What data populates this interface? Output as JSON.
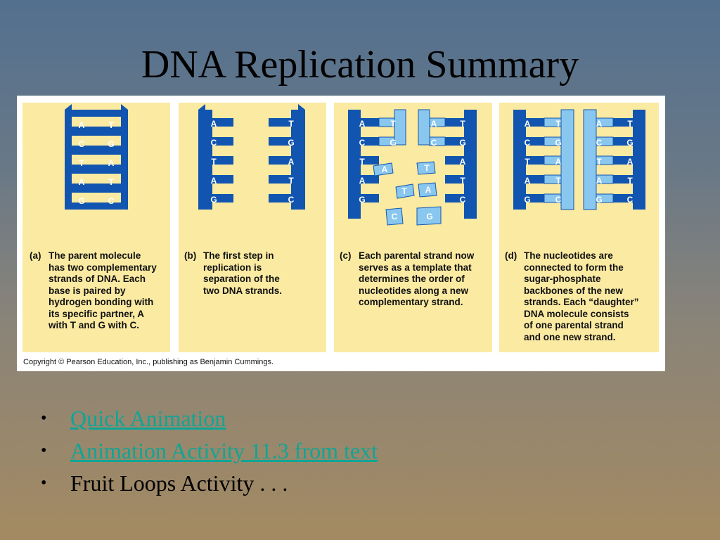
{
  "slide": {
    "title": "DNA Replication Summary"
  },
  "figure": {
    "panels": [
      {
        "letter": "(a)",
        "caption": "The parent molecule\nhas two complementary\nstrands of DNA. Each\nbase is paired by\nhydrogen bonding with\nits specific partner, A\nwith T and G with C.",
        "left_bases": [
          "A",
          "C",
          "T",
          "A",
          "G"
        ],
        "right_bases": [
          "T",
          "G",
          "A",
          "T",
          "C"
        ]
      },
      {
        "letter": "(b)",
        "caption": "The first step in\nreplication is\nseparation of the\ntwo DNA strands.",
        "left_bases": [
          "A",
          "C",
          "T",
          "A",
          "G"
        ],
        "right_bases": [
          "T",
          "G",
          "A",
          "T",
          "C"
        ]
      },
      {
        "letter": "(c)",
        "caption": "Each parental strand now\nserves as a template that\ndetermines the order of\nnucleotides along a new\ncomplementary strand.",
        "left_bases": [
          "A",
          "C",
          "T",
          "A",
          "G"
        ],
        "new_left_bases": [
          "T",
          "G",
          "A",
          "T",
          "C"
        ],
        "new_right_bases": [
          "A",
          "C",
          "T",
          "A",
          "G"
        ],
        "right_bases": [
          "T",
          "G",
          "A",
          "T",
          "C"
        ]
      },
      {
        "letter": "(d)",
        "caption": "The nucleotides are\nconnected to form the\nsugar-phosphate\nbackbones of the new\nstrands. Each “daughter”\nDNA molecule consists\nof one parental strand\nand one new strand.",
        "left_bases": [
          "A",
          "C",
          "T",
          "A",
          "G"
        ],
        "new_left_bases": [
          "T",
          "G",
          "A",
          "T",
          "C"
        ],
        "new_right_bases": [
          "A",
          "C",
          "T",
          "A",
          "G"
        ],
        "right_bases": [
          "T",
          "G",
          "A",
          "T",
          "C"
        ]
      }
    ],
    "copyright": "Copyright © Pearson Education, Inc., publishing as Benjamin Cummings.",
    "colors": {
      "dark_strand": "#1155b0",
      "light_strand": "#8ac7ee",
      "panel_bg": "#fbeaa2"
    }
  },
  "bullets": [
    {
      "text": "Quick Animation",
      "link": true
    },
    {
      "text": "Animation Activity 11.3 from text",
      "link": true
    },
    {
      "text": "Fruit Loops Activity . . .",
      "link": false
    }
  ],
  "bullet_symbol": "•"
}
